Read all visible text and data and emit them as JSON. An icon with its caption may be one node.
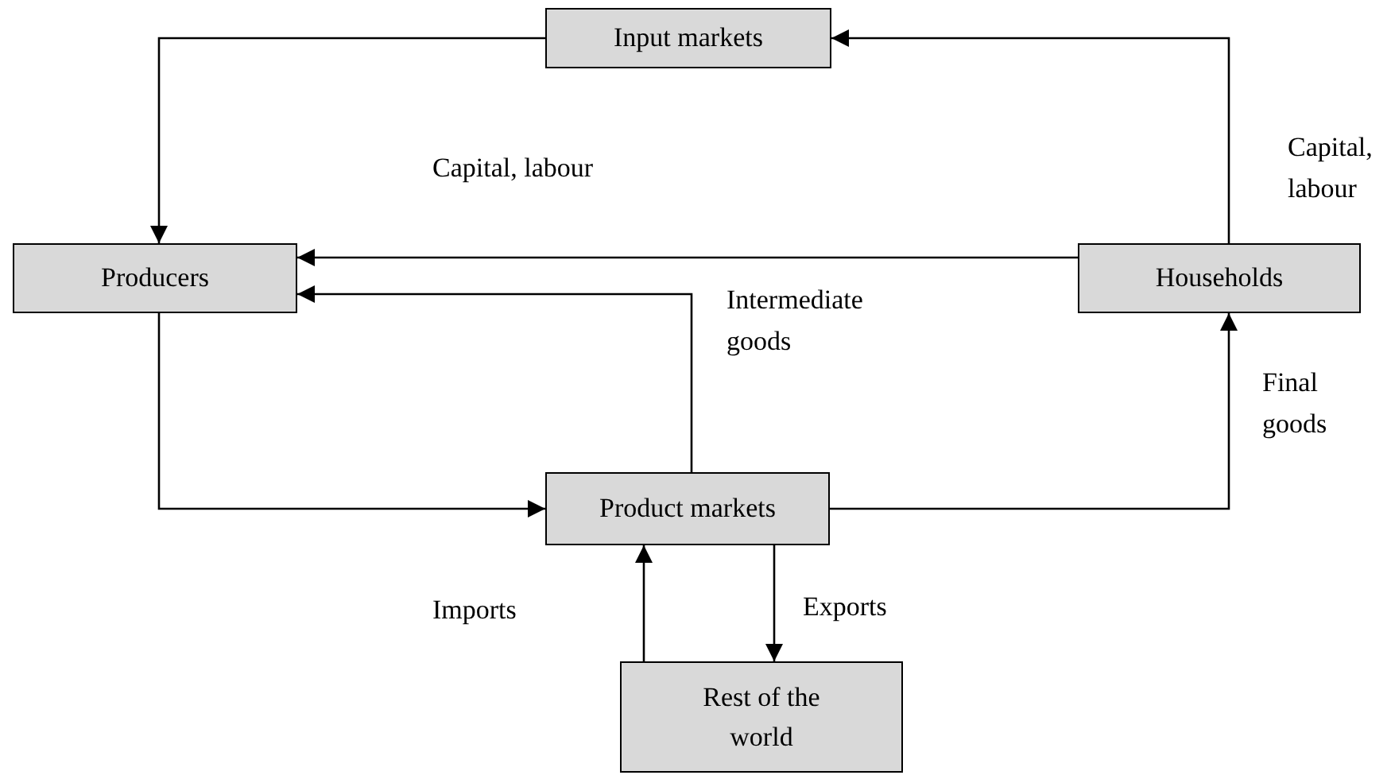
{
  "diagram": {
    "nodes": [
      {
        "text": [
          "Input markets"
        ]
      },
      {
        "text": [
          "Producers"
        ]
      },
      {
        "text": [
          "Households"
        ]
      },
      {
        "text": [
          "Product markets"
        ]
      },
      {
        "text": [
          "Rest of the world"
        ]
      }
    ],
    "edges": [
      {
        "from": 2,
        "to": 0,
        "arrow": "to",
        "label": "Capital, labour"
      },
      {
        "from": 0,
        "to": 1,
        "arrow": "to"
      },
      {
        "from": 2,
        "to": 1,
        "arrow": "to",
        "label": "Capital, labour"
      },
      {
        "from": 3,
        "to": 1,
        "arrow": "to",
        "label": "Intermediate goods"
      },
      {
        "from": 1,
        "to": 3,
        "arrow": "to"
      },
      {
        "from": 3,
        "to": 2,
        "arrow": "to",
        "label": "Final goods"
      },
      {
        "from": 4,
        "to": 3,
        "arrow": "to",
        "label": "Imports"
      },
      {
        "from": 3,
        "to": 4,
        "arrow": "to",
        "label": "Exports"
      }
    ]
  }
}
